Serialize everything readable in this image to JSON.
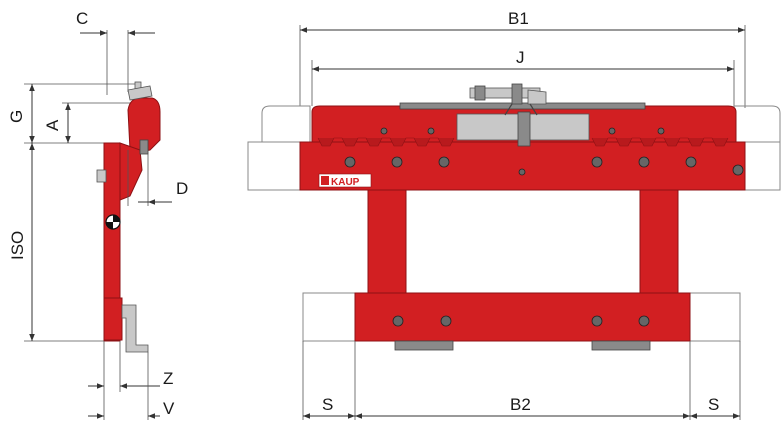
{
  "side_view": {
    "labels": {
      "c": "C",
      "g": "G",
      "a": "A",
      "d": "D",
      "iso": "ISO",
      "z": "Z",
      "v": "V"
    }
  },
  "front_view": {
    "labels": {
      "b1": "B1",
      "j": "J",
      "s_left": "S",
      "b2": "B2",
      "s_right": "S"
    },
    "logo_text": "KAUP"
  },
  "colors": {
    "body": "#d21f22",
    "outline": "#888888",
    "metal": "#c8c8c8"
  }
}
